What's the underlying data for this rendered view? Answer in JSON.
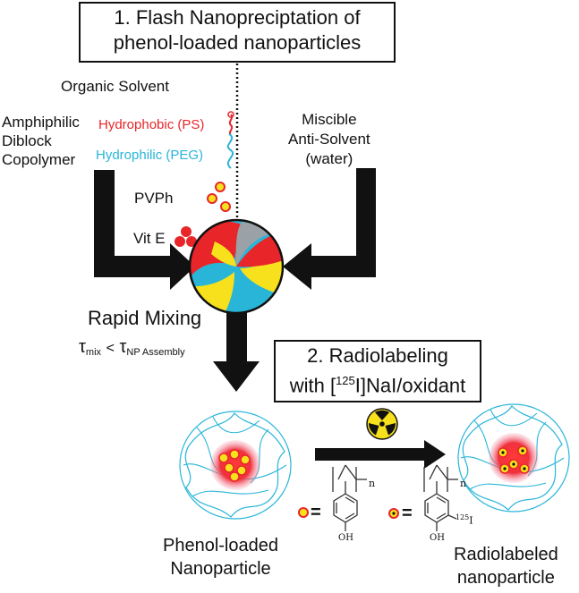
{
  "step1": {
    "line1": "1. Flash Nanopreciptation of",
    "line2": "phenol-loaded nanoparticles"
  },
  "organic_solvent": "Organic Solvent",
  "copolymer": {
    "line1": "Amphiphilic",
    "line2": "Diblock",
    "line3": "Copolymer"
  },
  "hydrophobic": "Hydrophobic (PS)",
  "hydrophilic": "Hydrophilic (PEG)",
  "pvph": "PVPh",
  "vite": "Vit E",
  "antisolvent": {
    "line1": "Miscible",
    "line2": "Anti-Solvent",
    "line3": "(water)"
  },
  "rapid_mixing": "Rapid Mixing",
  "tau": {
    "symbol": "τ",
    "sub1": "mix",
    "lt": "<",
    "sub2": "NP Assembly"
  },
  "step2": {
    "line1": "2. Radiolabeling",
    "line2_pre": "with [",
    "line2_sup": "125",
    "line2_post": "I]NaI/oxidant"
  },
  "structure": {
    "n": "n",
    "oh": "OH",
    "iodine_sup": "125",
    "iodine": "I",
    "equals": "="
  },
  "phenol_np": {
    "line1": "Phenol-loaded",
    "line2": "Nanoparticle"
  },
  "radio_np": {
    "line1": "Radiolabeled",
    "line2": "nanoparticle"
  },
  "colors": {
    "red": "#e8262a",
    "cyan": "#29b5d8",
    "yellow": "#f7e11c",
    "pink": "#f08aa0",
    "black": "#111111"
  }
}
